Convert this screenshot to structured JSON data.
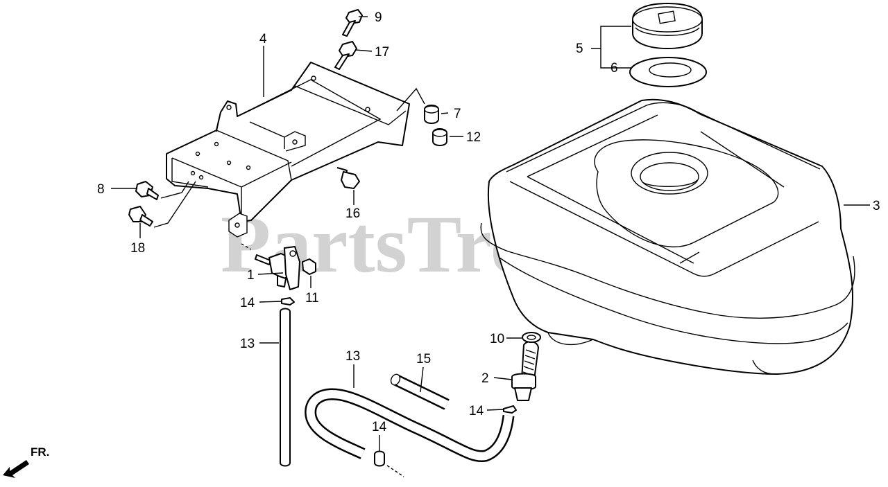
{
  "watermark": {
    "text": "PartsTree",
    "trademark": "™"
  },
  "direction": {
    "label": "FR."
  },
  "callouts": [
    {
      "id": "c1",
      "label": "1"
    },
    {
      "id": "c2",
      "label": "2"
    },
    {
      "id": "c3",
      "label": "3"
    },
    {
      "id": "c4",
      "label": "4"
    },
    {
      "id": "c5",
      "label": "5"
    },
    {
      "id": "c6",
      "label": "6"
    },
    {
      "id": "c7",
      "label": "7"
    },
    {
      "id": "c8",
      "label": "8"
    },
    {
      "id": "c9",
      "label": "9"
    },
    {
      "id": "c10",
      "label": "10"
    },
    {
      "id": "c11",
      "label": "11"
    },
    {
      "id": "c12",
      "label": "12"
    },
    {
      "id": "c13a",
      "label": "13"
    },
    {
      "id": "c13b",
      "label": "13"
    },
    {
      "id": "c14a",
      "label": "14"
    },
    {
      "id": "c14b",
      "label": "14"
    },
    {
      "id": "c14c",
      "label": "14"
    },
    {
      "id": "c15",
      "label": "15"
    },
    {
      "id": "c16",
      "label": "16"
    },
    {
      "id": "c17",
      "label": "17"
    },
    {
      "id": "c18",
      "label": "18"
    }
  ]
}
